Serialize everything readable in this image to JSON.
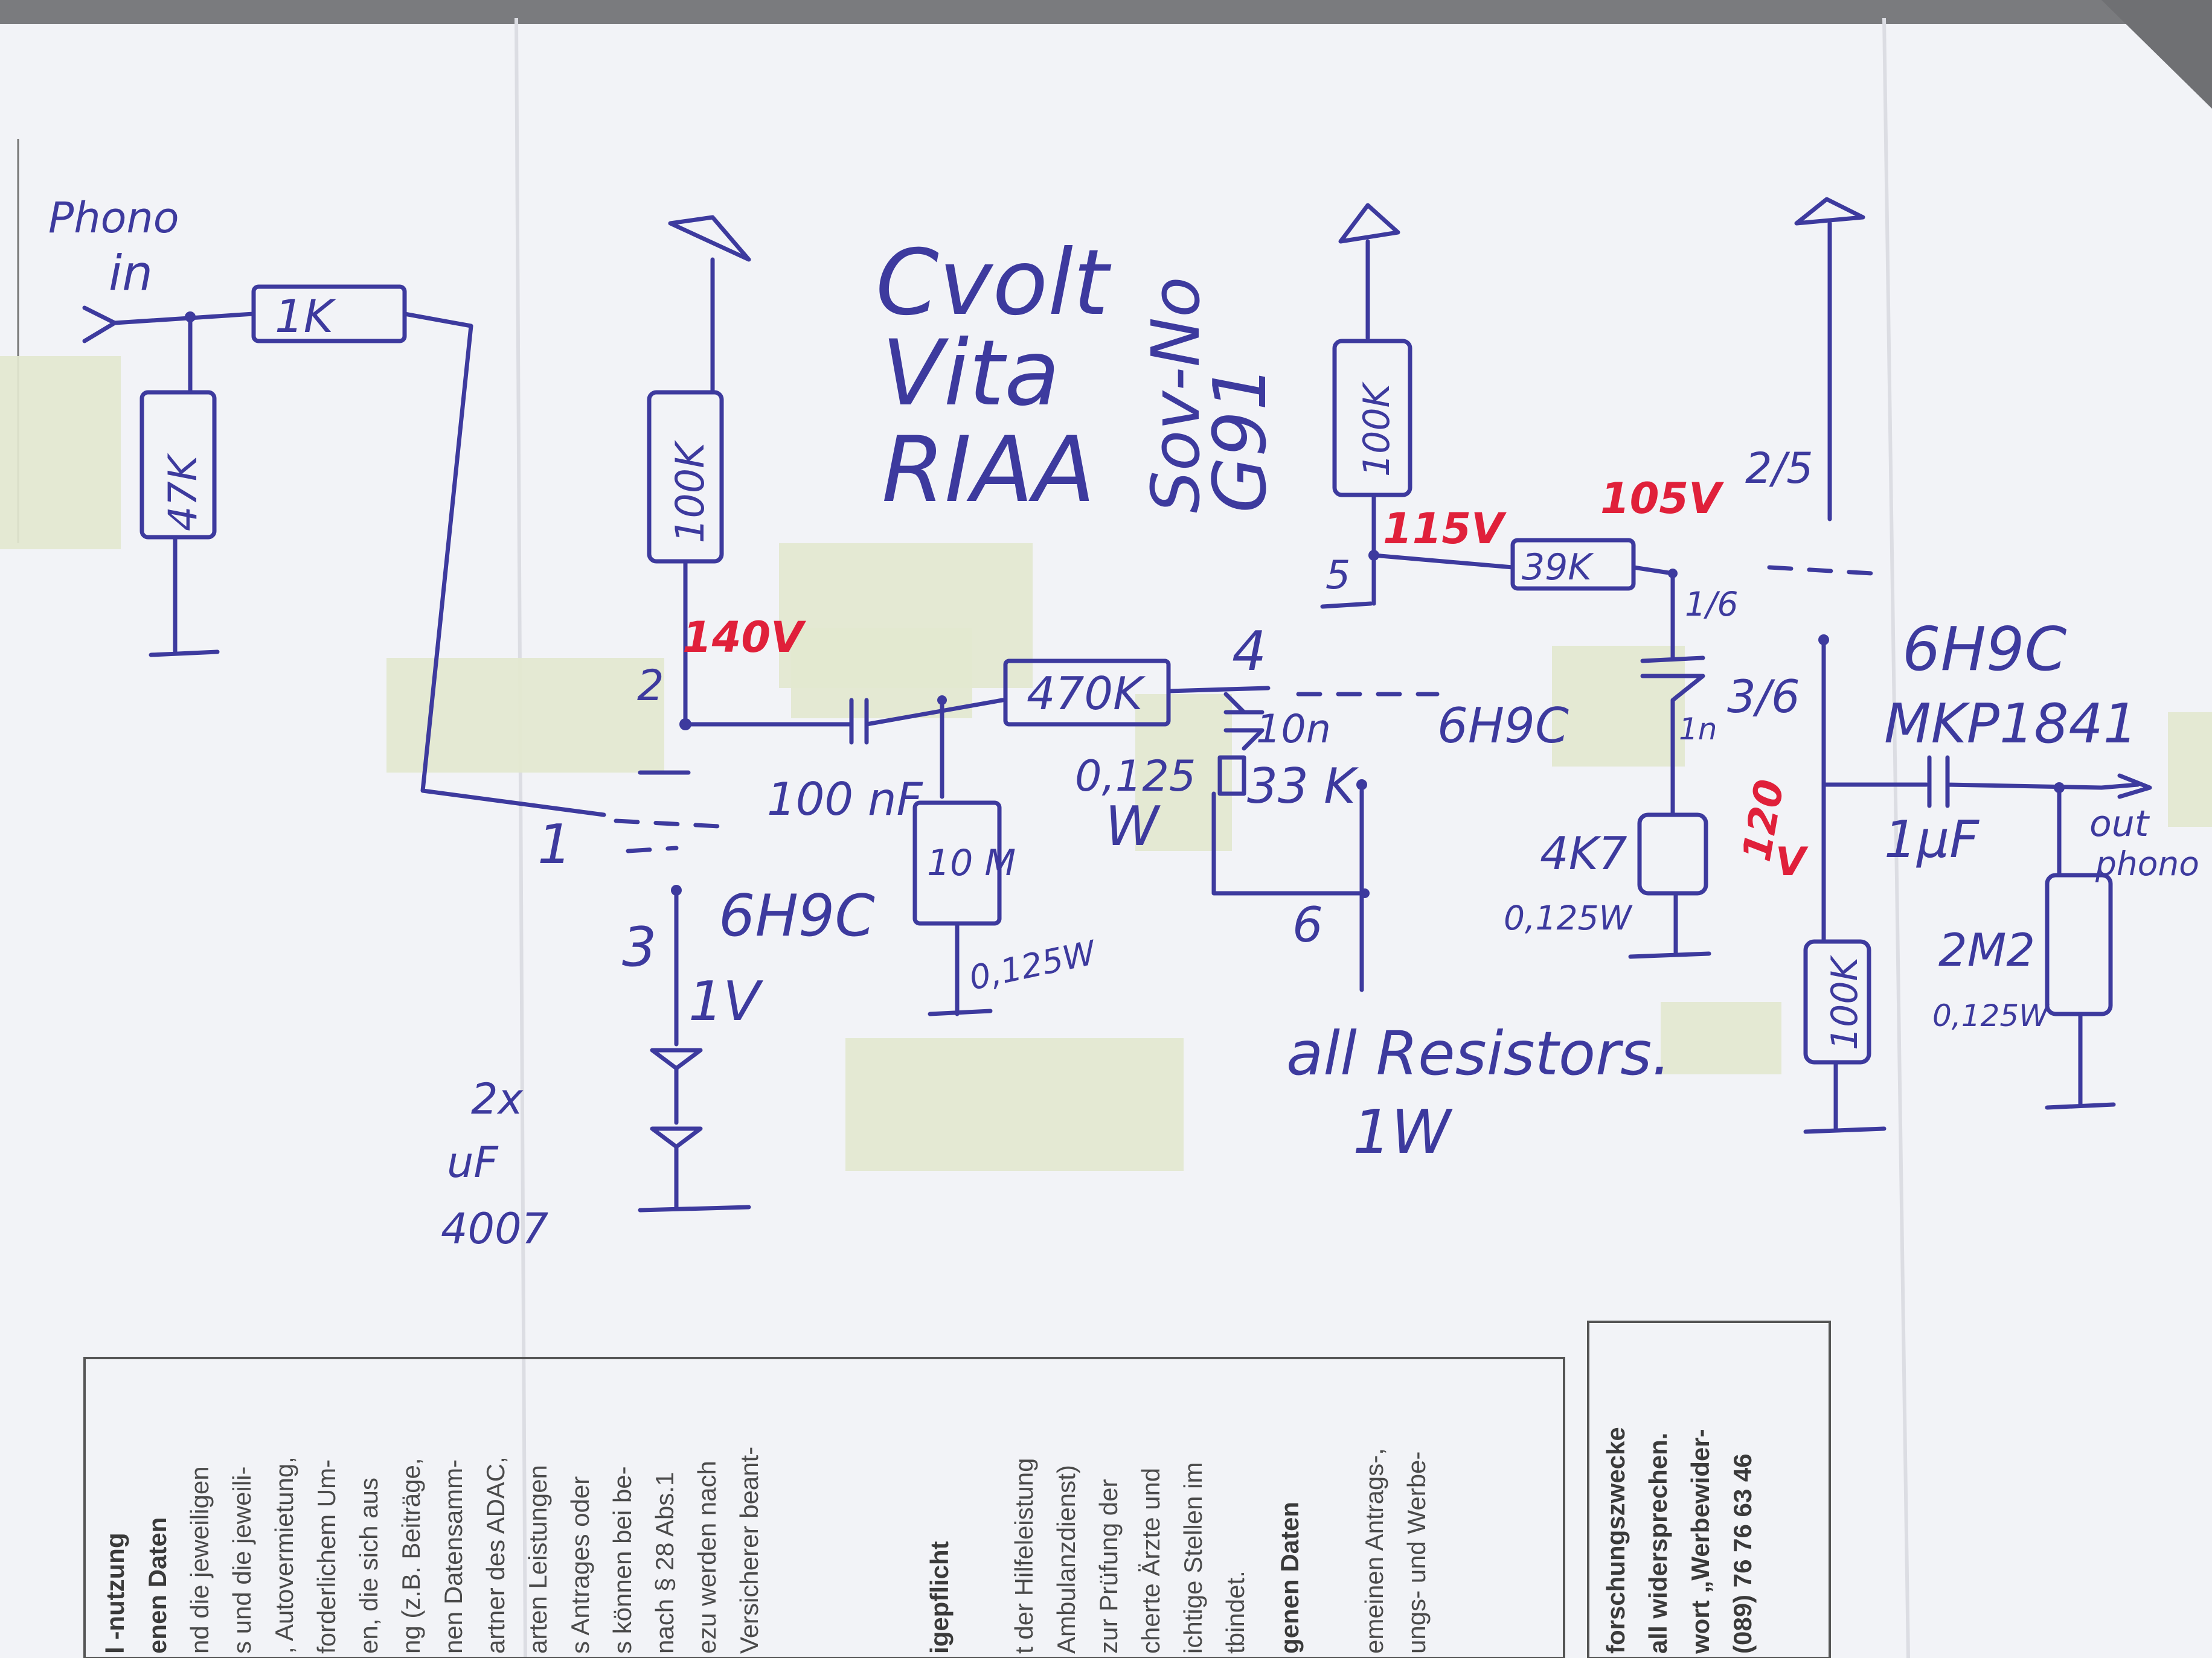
{
  "title": {
    "line1": "Cvolt",
    "line2": "Vita",
    "line3": "RIAA"
  },
  "tube_note": {
    "line1": "Sov-No",
    "line2": "G91"
  },
  "input": {
    "label1": "Phono",
    "label2": "in"
  },
  "output": {
    "label1": "out",
    "label2": "phono"
  },
  "resistors": {
    "r_in": "1K",
    "r_shunt": "47K",
    "r_plate1": "100K",
    "r_series": "470K",
    "r_grid": "10 M",
    "r_plate2": "100K",
    "r_39k": "39K",
    "r_33k": "33 K",
    "r_cath2": "4K7",
    "r_cath3": "100K",
    "r_out": "2M2"
  },
  "capacitors": {
    "c_coupling": "100 nF",
    "c_eq": "10n",
    "c_eq2": "1n",
    "c_out": "1µF",
    "c_out_type": "MKP1841"
  },
  "voltages": {
    "v140": "140V",
    "v115": "115V",
    "v105": "105V",
    "v120a": "120",
    "v120b": "V",
    "v1": "1V"
  },
  "pins": {
    "p1": "1",
    "p2": "2",
    "p3": "3",
    "p4": "4",
    "p5": "5",
    "p6": "6",
    "p16": "1/6",
    "p36": "3/6",
    "p25": "2/5"
  },
  "tubes": {
    "t1": "6H9C",
    "t2": "6H9C",
    "t3": "6H9C"
  },
  "power_ratings": {
    "w0125a": "0,125",
    "w0125b": "W",
    "w1": "0,125W",
    "w2": "0,125W",
    "w3": "0,125W"
  },
  "diodes": {
    "line1": "2x",
    "line2": "uF",
    "line3": "4007"
  },
  "note": {
    "line1": "all Resistors.",
    "line2": "1W"
  },
  "printed_columns": [
    {
      "lines": [
        "l -nutzung",
        "enen Daten",
        "nd die jeweiligen",
        "s und die jeweili-",
        ", Autovermietung,",
        "forderlichem Um-",
        "en, die sich aus",
        "ng (z.B. Beiträge,",
        "nen Datensamm-",
        "artner des ADAC,",
        "arten Leistungen",
        "s Antrages oder",
        "s können bei be-",
        "nach § 28 Abs.1",
        "ezu werden nach",
        "Versicherer beant-"
      ]
    },
    {
      "lines": [
        "igepflicht",
        "t der Hilfeleistung",
        "Ambulanzdienst)",
        "zur Prüfung der",
        "cherte Ärzte und",
        "ichtige Stellen im",
        "tbindet.",
        "genen Daten",
        "emeinen Antrags-,",
        "ungs- und Werbe-"
      ]
    },
    {
      "lines": [
        "forschungszwecke",
        "all widersprechen.",
        "wort „Werbewider-",
        "(089) 76 76 63 46"
      ]
    }
  ]
}
